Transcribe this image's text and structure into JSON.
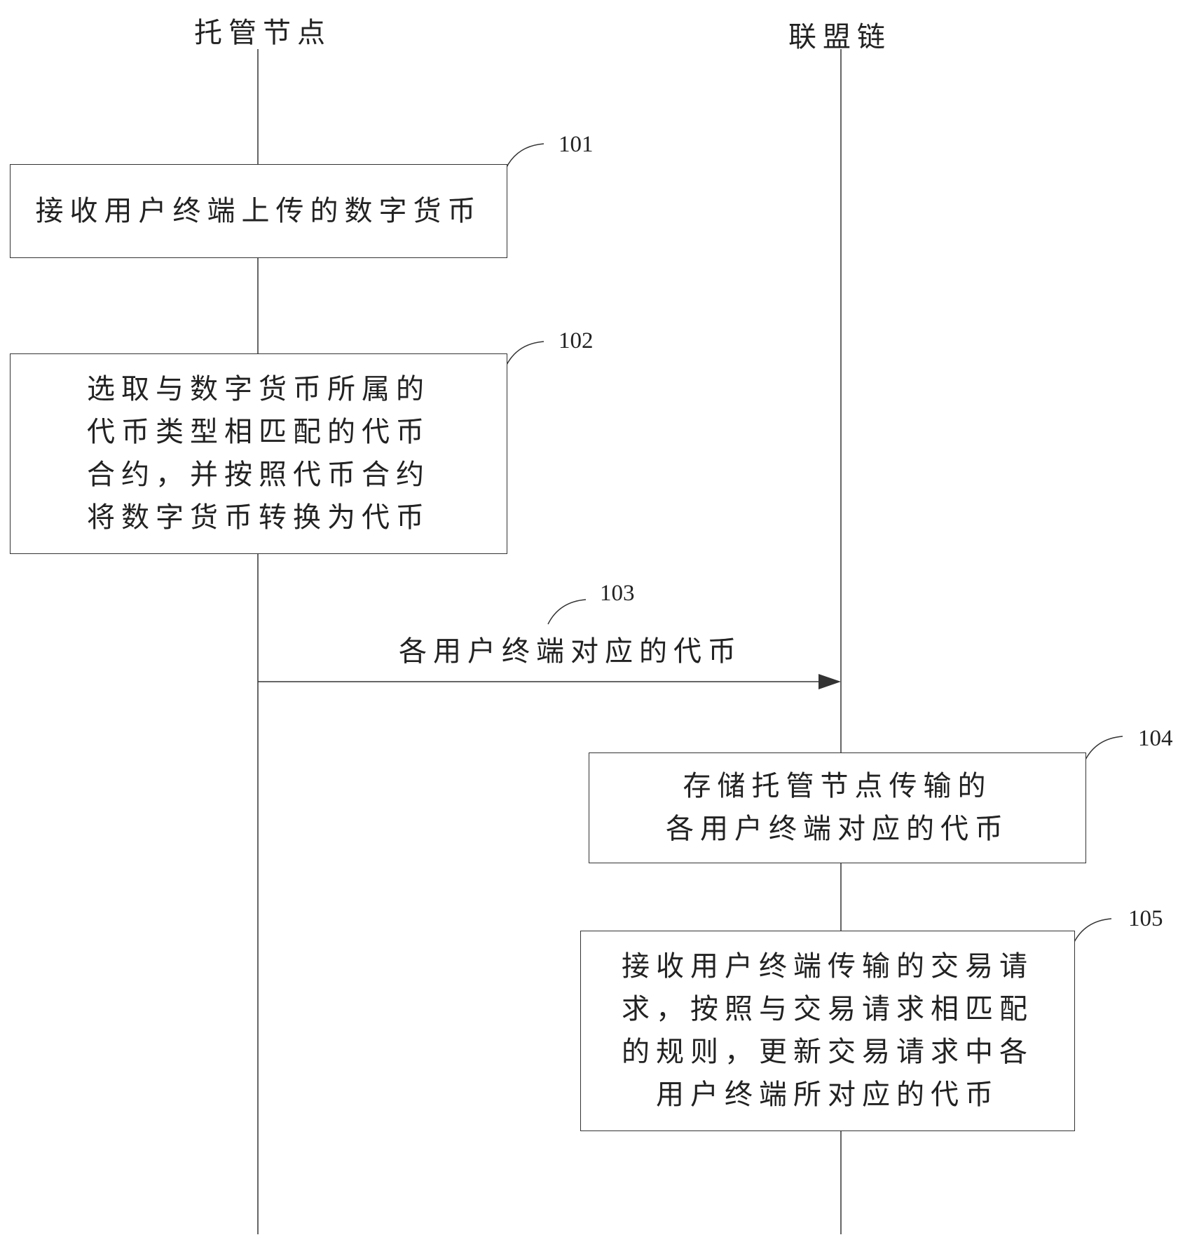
{
  "lifelines": {
    "custody_node": "托管节点",
    "consortium_chain": "联盟链"
  },
  "steps": {
    "s101": {
      "num": "101",
      "text": "接收用户终端上传的数字货币"
    },
    "s102": {
      "num": "102",
      "text": "选取与数字货币所属的\n代币类型相匹配的代币\n合约，并按照代币合约\n将数字货币转换为代币"
    },
    "s103": {
      "num": "103",
      "text": "各用户终端对应的代币"
    },
    "s104": {
      "num": "104",
      "text": "存储托管节点传输的\n各用户终端对应的代币"
    },
    "s105": {
      "num": "105",
      "text": "接收用户终端传输的交易请\n求，按照与交易请求相匹配\n的规则，更新交易请求中各\n用户终端所对应的代币"
    }
  }
}
